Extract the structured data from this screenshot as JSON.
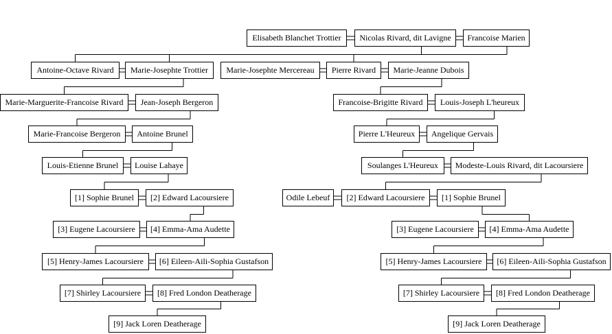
{
  "people": [
    {
      "id": "elisabeth",
      "label": "Elisabeth Blanchet Trottier"
    },
    {
      "id": "nicolas",
      "label": "Nicolas Rivard, dit Lavigne"
    },
    {
      "id": "francoiseM",
      "label": "Francoise Marien"
    },
    {
      "id": "antoineOctave",
      "label": "Antoine-Octave Rivard"
    },
    {
      "id": "mjTrottier",
      "label": "Marie-Josephte Trottier"
    },
    {
      "id": "mjMercereau",
      "label": "Marie-Josephte Mercereau"
    },
    {
      "id": "pierreR",
      "label": "Pierre Rivard"
    },
    {
      "id": "mjDubois",
      "label": "Marie-Jeanne Dubois"
    },
    {
      "id": "mmfRivard",
      "label": "Marie-Marguerite-Francoise Rivard"
    },
    {
      "id": "jjBergeron",
      "label": "Jean-Joseph Bergeron"
    },
    {
      "id": "fbRivard",
      "label": "Francoise-Brigitte Rivard"
    },
    {
      "id": "ljLheureux",
      "label": "Louis-Joseph L'heureux"
    },
    {
      "id": "mfBergeron",
      "label": "Marie-Francoise Bergeron"
    },
    {
      "id": "antoineBrunel",
      "label": "Antoine Brunel"
    },
    {
      "id": "pierreLh",
      "label": "Pierre L'Heureux"
    },
    {
      "id": "angelique",
      "label": "Angelique Gervais"
    },
    {
      "id": "leBrunel",
      "label": "Louis-Etienne Brunel"
    },
    {
      "id": "louise",
      "label": "Louise Lahaye"
    },
    {
      "id": "soulanges",
      "label": "Soulanges L'Heureux"
    },
    {
      "id": "modeste",
      "label": "Modeste-Louis Rivard, dit Lacoursiere"
    },
    {
      "id": "sophieL",
      "label": "[1] Sophie Brunel"
    },
    {
      "id": "edwardL",
      "label": "[2] Edward Lacoursiere"
    },
    {
      "id": "odile",
      "label": "Odile Lebeuf"
    },
    {
      "id": "edwardR",
      "label": "[2] Edward Lacoursiere"
    },
    {
      "id": "sophieR",
      "label": "[1] Sophie Brunel"
    },
    {
      "id": "eugeneL",
      "label": "[3] Eugene Lacoursiere"
    },
    {
      "id": "emmaL",
      "label": "[4] Emma-Ama Audette"
    },
    {
      "id": "eugeneR",
      "label": "[3] Eugene Lacoursiere"
    },
    {
      "id": "emmaR",
      "label": "[4] Emma-Ama Audette"
    },
    {
      "id": "henryL",
      "label": "[5] Henry-James Lacoursiere"
    },
    {
      "id": "eileenL",
      "label": "[6] Eileen-Aili-Sophia Gustafson"
    },
    {
      "id": "henryR",
      "label": "[5] Henry-James Lacoursiere"
    },
    {
      "id": "eileenR",
      "label": "[6] Eileen-Aili-Sophia Gustafson"
    },
    {
      "id": "shirleyL",
      "label": "[7] Shirley Lacoursiere"
    },
    {
      "id": "fredL",
      "label": "[8] Fred London Deatherage"
    },
    {
      "id": "shirleyR",
      "label": "[7] Shirley Lacoursiere"
    },
    {
      "id": "fredR",
      "label": "[8] Fred London Deatherage"
    },
    {
      "id": "jackL",
      "label": "[9] Jack Loren Deatherage"
    },
    {
      "id": "jackR",
      "label": "[9] Jack Loren Deatherage"
    }
  ],
  "marriages": [
    [
      "elisabeth",
      "nicolas"
    ],
    [
      "nicolas",
      "francoiseM"
    ],
    [
      "antoineOctave",
      "mjTrottier"
    ],
    [
      "mjMercereau",
      "pierreR"
    ],
    [
      "pierreR",
      "mjDubois"
    ],
    [
      "mmfRivard",
      "jjBergeron"
    ],
    [
      "fbRivard",
      "ljLheureux"
    ],
    [
      "mfBergeron",
      "antoineBrunel"
    ],
    [
      "pierreLh",
      "angelique"
    ],
    [
      "leBrunel",
      "louise"
    ],
    [
      "soulanges",
      "modeste"
    ],
    [
      "sophieL",
      "edwardL"
    ],
    [
      "odile",
      "edwardR"
    ],
    [
      "edwardR",
      "sophieR"
    ],
    [
      "eugeneL",
      "emmaL"
    ],
    [
      "eugeneR",
      "emmaR"
    ],
    [
      "henryL",
      "eileenL"
    ],
    [
      "henryR",
      "eileenR"
    ],
    [
      "shirleyL",
      "fredL"
    ],
    [
      "shirleyR",
      "fredR"
    ]
  ],
  "descents": [
    {
      "parents": [
        "elisabeth",
        "nicolas"
      ],
      "children": [
        "antoineOctave",
        "mjTrottier"
      ]
    },
    {
      "parents": [
        "nicolas",
        "francoiseM"
      ],
      "children": [
        "pierreR"
      ]
    },
    {
      "parents": [
        "antoineOctave",
        "mjTrottier"
      ],
      "children": [
        "mmfRivard"
      ]
    },
    {
      "parents": [
        "pierreR",
        "mjDubois"
      ],
      "children": [
        "fbRivard"
      ]
    },
    {
      "parents": [
        "mmfRivard",
        "jjBergeron"
      ],
      "children": [
        "mfBergeron"
      ]
    },
    {
      "parents": [
        "fbRivard",
        "ljLheureux"
      ],
      "children": [
        "pierreLh"
      ]
    },
    {
      "parents": [
        "mfBergeron",
        "antoineBrunel"
      ],
      "children": [
        "leBrunel"
      ]
    },
    {
      "parents": [
        "pierreLh",
        "angelique"
      ],
      "children": [
        "soulanges"
      ]
    },
    {
      "parents": [
        "leBrunel",
        "louise"
      ],
      "children": [
        "sophieL"
      ]
    },
    {
      "parents": [
        "soulanges",
        "modeste"
      ],
      "children": [
        "edwardR"
      ]
    },
    {
      "parents": [
        "sophieL",
        "edwardL"
      ],
      "children": [
        "emmaL"
      ]
    },
    {
      "parents": [
        "edwardR",
        "sophieR"
      ],
      "children": [
        "emmaR"
      ]
    },
    {
      "parents": [
        "eugeneL",
        "emmaL"
      ],
      "children": [
        "henryL"
      ]
    },
    {
      "parents": [
        "eugeneR",
        "emmaR"
      ],
      "children": [
        "henryR"
      ]
    },
    {
      "parents": [
        "henryL",
        "eileenL"
      ],
      "children": [
        "shirleyL"
      ]
    },
    {
      "parents": [
        "henryR",
        "eileenR"
      ],
      "children": [
        "shirleyR"
      ]
    },
    {
      "parents": [
        "shirleyL",
        "fredL"
      ],
      "children": [
        "jackL"
      ]
    },
    {
      "parents": [
        "shirleyR",
        "fredR"
      ],
      "children": [
        "jackR"
      ]
    }
  ]
}
